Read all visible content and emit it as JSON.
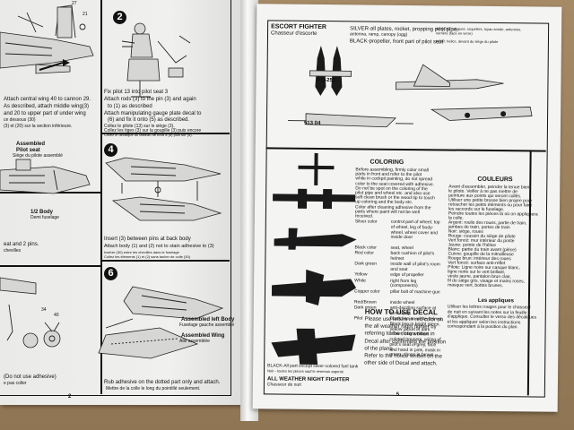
{
  "left_page": {
    "page_number": "2",
    "step_numbers": [
      "2",
      "4",
      "6"
    ],
    "top_small_texts": [
      "27",
      "21"
    ],
    "left_instructions": [
      "Attach central wing 40 to cannon 29.",
      "As described, attach middle wing(3)",
      "and 20 to upper part of under wing"
    ],
    "left_instructions_fr": [
      "ce dessous (30)",
      "(3) et (20) sur la section inférieure."
    ],
    "step2_instructions": [
      "Fix pilot 13 into pilot seat 3",
      "Attach rods (3) to the pin (3) and again",
      "to (1) as described",
      "Attach manipulating gauge plate decal to",
      "(6) and fix it onto (5) as described."
    ],
    "step2_instructions_fr": [
      "Collez le pilote (13) sur le siège (3).",
      "Collez les tiges (3) sur la goupille (3) puis encore",
      "Collez le décalque du tableau de bord à (6) puis sur (5)."
    ],
    "labels": {
      "assembled_pilot_seat": "Assembled",
      "pilot_seat": "Pilot seat",
      "pilot_seat_fr": "Siège du pilote assemblé",
      "half_body": "1/2 Body",
      "half_body_fr": "Demi fuselage",
      "assembled_left_body": "Assembled left Body",
      "assembled_left_body_fr": "Fuselage gauche assemblé",
      "assembled_wing": "Assembled Wing",
      "assembled_wing_fr": "Aile assemblée"
    },
    "step4_instructions": [
      "Insert (3) between pins at back body",
      "Attach body (1) and (2) not to stain adhesive to (3)"
    ],
    "step4_instructions_fr": [
      "Insérer (30) entre les chevilles dans le fuselage",
      "Collez les éléments (1) et (2) sans tacher de colle (30)"
    ],
    "seat_pins_text": "eat and 2 pins.",
    "seat_pins_text_fr": "chevilles",
    "part_numbers": [
      "34",
      "40"
    ],
    "step6_instructions": "Rub adhesive on the dotted part only and attach.",
    "step6_instructions_fr": "Mettre de la colle le long du pointillé seulement.",
    "no_adhesive_note": "(Do not use adhesive)",
    "no_adhesive_note_fr": "e pas coller"
  },
  "right_page": {
    "page_number": "5",
    "escort_title": "ESCORT FIGHTER",
    "escort_title_fr": "Chasseur d'escorte",
    "silver_note": "SILVER-all plates, rocket, propping post pipe,",
    "silver_note_2": "antenna, ramp, canopy (ogg)",
    "black_note": "BLACK-propeller, front part of pilot seat",
    "fr_notes": [
      "ARGENT: plaques, roquettes, tuyau sonde, antennes,",
      "verrière (face en verre)",
      "NOIR: hélice, devant du siège du pilote"
    ],
    "aircraft_code": "PQ-255",
    "aircraft_code_2": "513 04",
    "coloring_title": "COLORING",
    "coloring_intro": [
      "Before assembling, firmly color small",
      "parts in front and refer to the pilot",
      "while in cockpit painting, do not spread",
      "color to the seat covered with adhesive.",
      "Do not be spot on the coloring of the",
      "pilot pipe and wheel etc. and also use",
      "soft clean brush or the wood tip to touch",
      "up coloring and the body etc.",
      "Color after cleaning adhesive from the",
      "parts where paint will not be well",
      "received."
    ],
    "color_table": [
      {
        "color": "Silver color",
        "parts": "control part of wheel, top of wheel, leg of body-wheel, wheel cover and inside door"
      },
      {
        "color": "Black color",
        "parts": "seat, wheel"
      },
      {
        "color": "Red color",
        "parts": "back cushion of pilot's helmet"
      },
      {
        "color": "Dark green",
        "parts": "inside wall of pilot's room and seat"
      },
      {
        "color": "Yellow",
        "parts": "edge of propeller"
      },
      {
        "color": "White",
        "parts": "right from leg (components)"
      },
      {
        "color": "Copper color",
        "parts": "pillar bolt of machine gun"
      },
      {
        "color": "Red/Brown",
        "parts": "inside wheel"
      },
      {
        "color": "Dark green",
        "parts": "anti-dazzling surface at front body"
      },
      {
        "color": "Pilot",
        "parts": "Black line on white helmet, Black line in bright green, yellow jacket in dark brown, bright brown colored trousers, wiring of pilot's seat in grey, face and hand in pink, mask in green, shoes in brown."
      }
    ],
    "decal_title": "HOW TO USE DECAL",
    "decal_instructions": [
      "Please use letters in red color on",
      "the all weather night fighter by",
      "referring to the note written in",
      "Decal after confirming the position",
      "of the plane.",
      "Refer to the notice written on the",
      "other side of Decal and attach."
    ],
    "black_fuel_tank_note": "BLACK-All part except silver-colored fuel tank",
    "black_fuel_tank_note_fr": "Noir - toutes les pièces sauf le réservoir argenté",
    "night_fighter_title": "ALL WEATHER NIGHT FIGHTER",
    "night_fighter_title_fr": "Chasseur de nuit",
    "couleurs_title": "COULEURS",
    "couleurs_text": [
      "Avant d'assembler, peindre la tenue bien",
      "le pilote. Veiller à ne pas mettre de",
      "peinture aux points qui seront collés.",
      "Utiliser une petite brosse bien propre pour",
      "retoucher les petits éléments ou pour faire",
      "les raccords sur le fuselage.",
      "Peindre toutes les pièces là où on appliquera",
      "la colle.",
      "Argent: roulis des roues, partie de train,",
      "jambes de train, portes de train",
      "Noir: siège, roues",
      "Rouge: coussin du siège de pilote",
      "Vert foncé: mur intérieur du poste",
      "Jaune: pointe de l'hélice",
      "Blanc: partie du train avant (pièce)",
      "Cuivre: goupille de la mitrailleuse",
      "Rouge brun: intérieur des roues",
      "Vert foncé: surface anti-réflet",
      "Pilote: Ligne noire sur casque blanc,",
      "ligne noire sur le vert brillant,",
      "veste jaune, pantalon brun clair,",
      "fil du siège gris, visage et mains roses,",
      "masque vert, bottes brunes."
    ],
    "applications_title": "Les appliques",
    "applications_text": [
      "Utiliser les lettres rouges pour le chasseur",
      "de nuit en suivant les notes sur la feuille",
      "d'applique. Consulter le verso des décalques",
      "et les appliquer selon les instructions",
      "correspondant à la position du plan."
    ]
  }
}
